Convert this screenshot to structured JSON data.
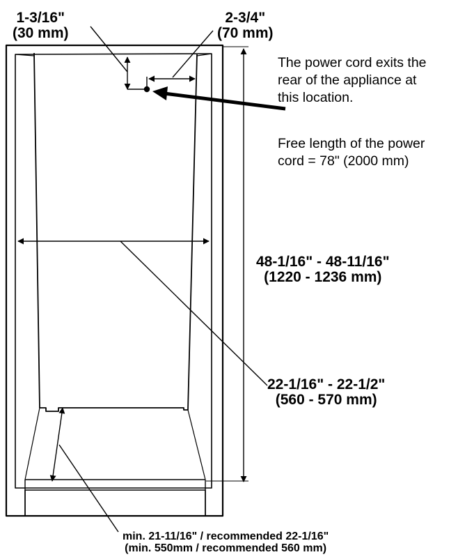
{
  "labels": {
    "top_left_dim": [
      "1-3/16\"",
      "(30 mm)"
    ],
    "top_right_dim": [
      "2-3/4\"",
      "(70 mm)"
    ],
    "cord_exit_note": [
      "The power cord exits the",
      "rear of the appliance at",
      "this location."
    ],
    "cord_length_note": [
      "Free length of the power",
      "cord = 78\" (2000 mm)"
    ],
    "height_dim": [
      "48-1/16\" - 48-11/16\"",
      "(1220 - 1236 mm)"
    ],
    "width_dim": [
      "22-1/16\" - 22-1/2\"",
      "(560 - 570 mm)"
    ],
    "depth_dim": [
      "min. 21-11/16\" / recommended 22-1/16\"",
      "(min. 550mm / recommended 560 mm)"
    ]
  },
  "colors": {
    "stroke": "#000000",
    "background": "#ffffff"
  }
}
